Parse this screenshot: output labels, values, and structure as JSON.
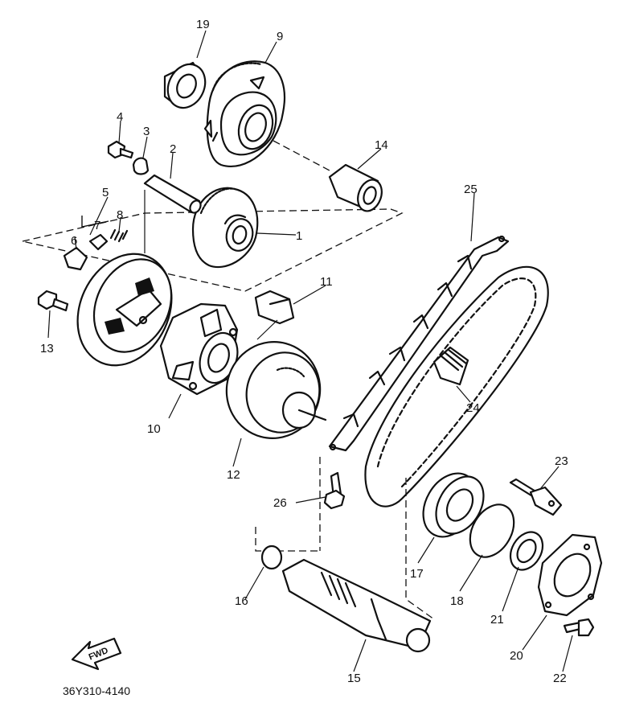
{
  "diagram": {
    "code": "36Y310-4140",
    "fwd_label": "FWD",
    "callouts": [
      {
        "id": "c1",
        "label": "1"
      },
      {
        "id": "c2",
        "label": "2"
      },
      {
        "id": "c3",
        "label": "3"
      },
      {
        "id": "c4",
        "label": "4"
      },
      {
        "id": "c5",
        "label": "5"
      },
      {
        "id": "c6",
        "label": "6"
      },
      {
        "id": "c7",
        "label": "7"
      },
      {
        "id": "c8",
        "label": "8"
      },
      {
        "id": "c9",
        "label": "9"
      },
      {
        "id": "c10",
        "label": "10"
      },
      {
        "id": "c11",
        "label": "11"
      },
      {
        "id": "c12",
        "label": "12"
      },
      {
        "id": "c13",
        "label": "13"
      },
      {
        "id": "c14",
        "label": "14"
      },
      {
        "id": "c15",
        "label": "15"
      },
      {
        "id": "c16",
        "label": "16"
      },
      {
        "id": "c17",
        "label": "17"
      },
      {
        "id": "c18",
        "label": "18"
      },
      {
        "id": "c19",
        "label": "19"
      },
      {
        "id": "c20",
        "label": "20"
      },
      {
        "id": "c21",
        "label": "21"
      },
      {
        "id": "c22",
        "label": "22"
      },
      {
        "id": "c23",
        "label": "23"
      },
      {
        "id": "c24",
        "label": "24"
      },
      {
        "id": "c25",
        "label": "25"
      },
      {
        "id": "c26",
        "label": "26"
      }
    ]
  }
}
